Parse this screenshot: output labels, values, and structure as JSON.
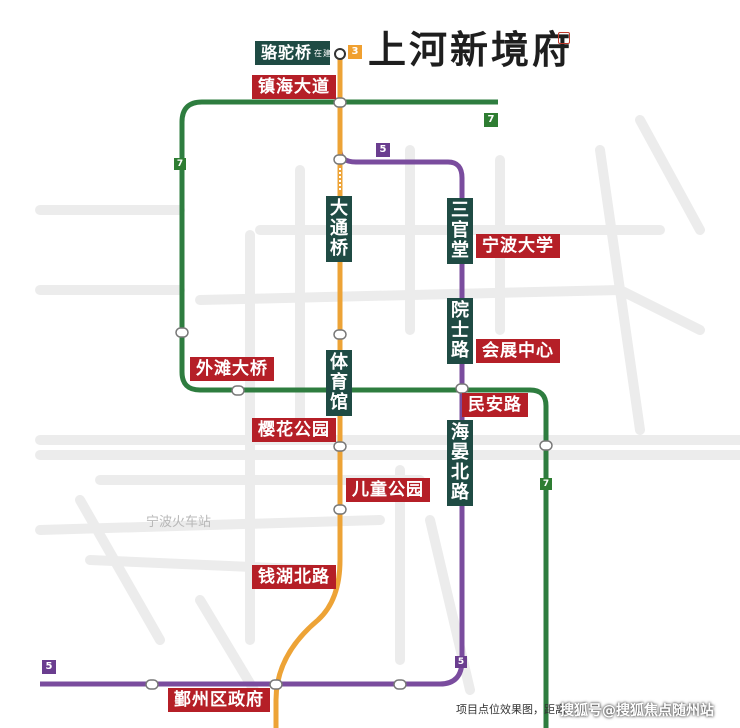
{
  "brand": {
    "name": "上河新境府"
  },
  "lines": [
    {
      "id": "3",
      "color": "#eda336"
    },
    {
      "id": "5",
      "color": "#7a4c9e"
    },
    {
      "id": "7",
      "color": "#2e7d3f"
    }
  ],
  "stations": {
    "luotuoqiao": {
      "name": "骆驼桥",
      "tag": "在建"
    },
    "zhenhai_dadao": {
      "name": "镇海大道"
    },
    "datongqiao": {
      "name": "大通桥"
    },
    "sanguantang": {
      "name": "三官堂"
    },
    "ningbo_daxue": {
      "name": "宁波大学"
    },
    "yuanshilu": {
      "name": "院士路"
    },
    "huizhan_zhongxin": {
      "name": "会展中心"
    },
    "waitan_daqiao": {
      "name": "外滩大桥"
    },
    "tiyuguan": {
      "name": "体育馆"
    },
    "minan_lu": {
      "name": "民安路"
    },
    "yinghua_gongyuan": {
      "name": "樱花公园"
    },
    "haiyan_beilu": {
      "name": "海晏北路"
    },
    "ertong_gongyuan": {
      "name": "儿童公园"
    },
    "qianhu_beilu": {
      "name": "钱湖北路"
    },
    "yinzhou_qu_zhengfu": {
      "name": "鄞州区政府"
    }
  },
  "background_labels": {
    "ningbo_station": "宁波火车站"
  },
  "footer": {
    "note": "项目点位效果图，距离",
    "watermark": "搜狐号@搜狐焦点随州站"
  }
}
